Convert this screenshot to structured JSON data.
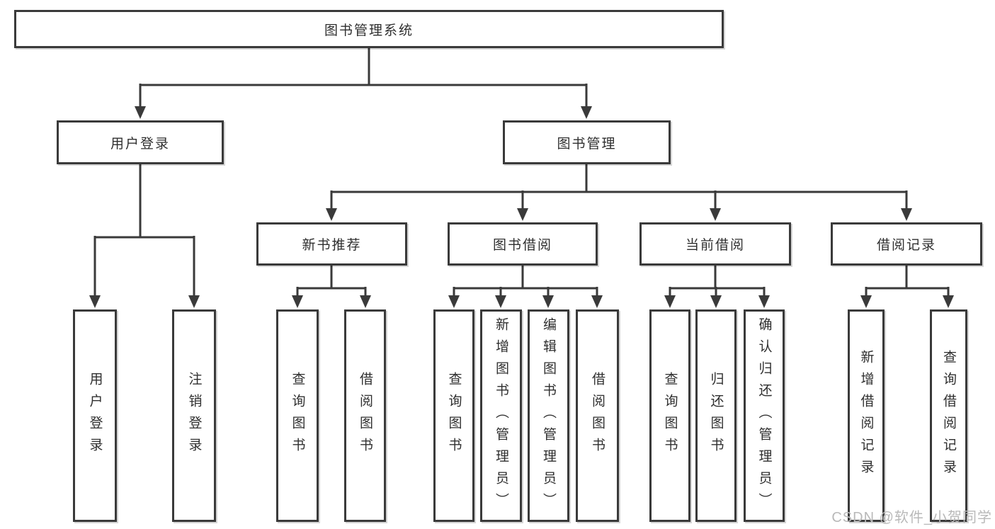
{
  "diagram": {
    "watermark": "CSDN @软件_小贺同学",
    "colors": {
      "line": "#3a3a3a",
      "text": "#2f2f2f",
      "background": "#ffffff",
      "watermark": "#b9b9b9"
    },
    "nodes": {
      "root": {
        "label": "图书管理系统"
      },
      "user_login": {
        "label": "用户登录"
      },
      "book_mgmt": {
        "label": "图书管理"
      },
      "new_books": {
        "label": "新书推荐"
      },
      "book_borrow": {
        "label": "图书借阅"
      },
      "current_borrow": {
        "label": "当前借阅"
      },
      "borrow_records": {
        "label": "借阅记录"
      },
      "leaf_user_login": {
        "label": "用户登录"
      },
      "leaf_logout_login": {
        "label": "注销登录"
      },
      "leaf_newbooks_query": {
        "label": "查询图书"
      },
      "leaf_newbooks_borrow": {
        "label": "借阅图书"
      },
      "leaf_borrow_query": {
        "label": "查询图书"
      },
      "leaf_borrow_add": {
        "label": "新增图书（管理员）"
      },
      "leaf_borrow_edit": {
        "label": "编辑图书（管理员）"
      },
      "leaf_borrow_borrow": {
        "label": "借阅图书"
      },
      "leaf_current_query": {
        "label": "查询图书"
      },
      "leaf_current_return": {
        "label": "归还图书"
      },
      "leaf_current_confirm": {
        "label": "确认归还（管理员）"
      },
      "leaf_records_add": {
        "label": "新增借阅记录"
      },
      "leaf_records_query": {
        "label": "查询借阅记录"
      }
    }
  }
}
